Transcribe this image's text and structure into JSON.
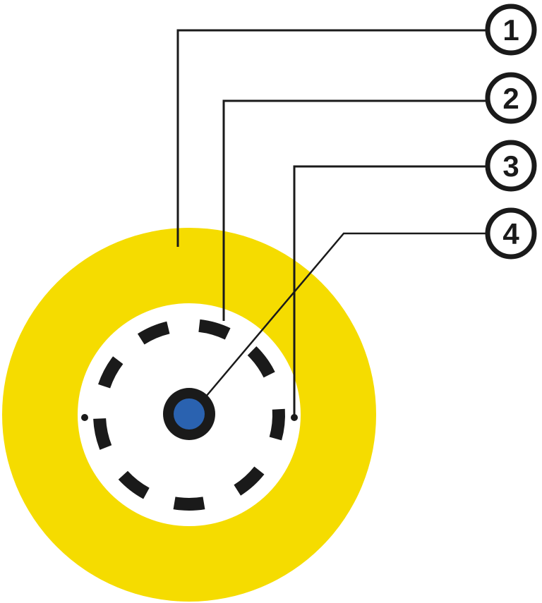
{
  "diagram": {
    "type": "cable cross-section",
    "callouts": [
      {
        "label": "1",
        "part": "outer-sheath"
      },
      {
        "label": "2",
        "part": "strength-members"
      },
      {
        "label": "3",
        "part": "inner-layer"
      },
      {
        "label": "4",
        "part": "fiber-core"
      }
    ],
    "colors": {
      "sheath": "#f5dc00",
      "core": "#2a62b0",
      "ink": "#1a1a1a",
      "inner": "#ffffff"
    }
  }
}
